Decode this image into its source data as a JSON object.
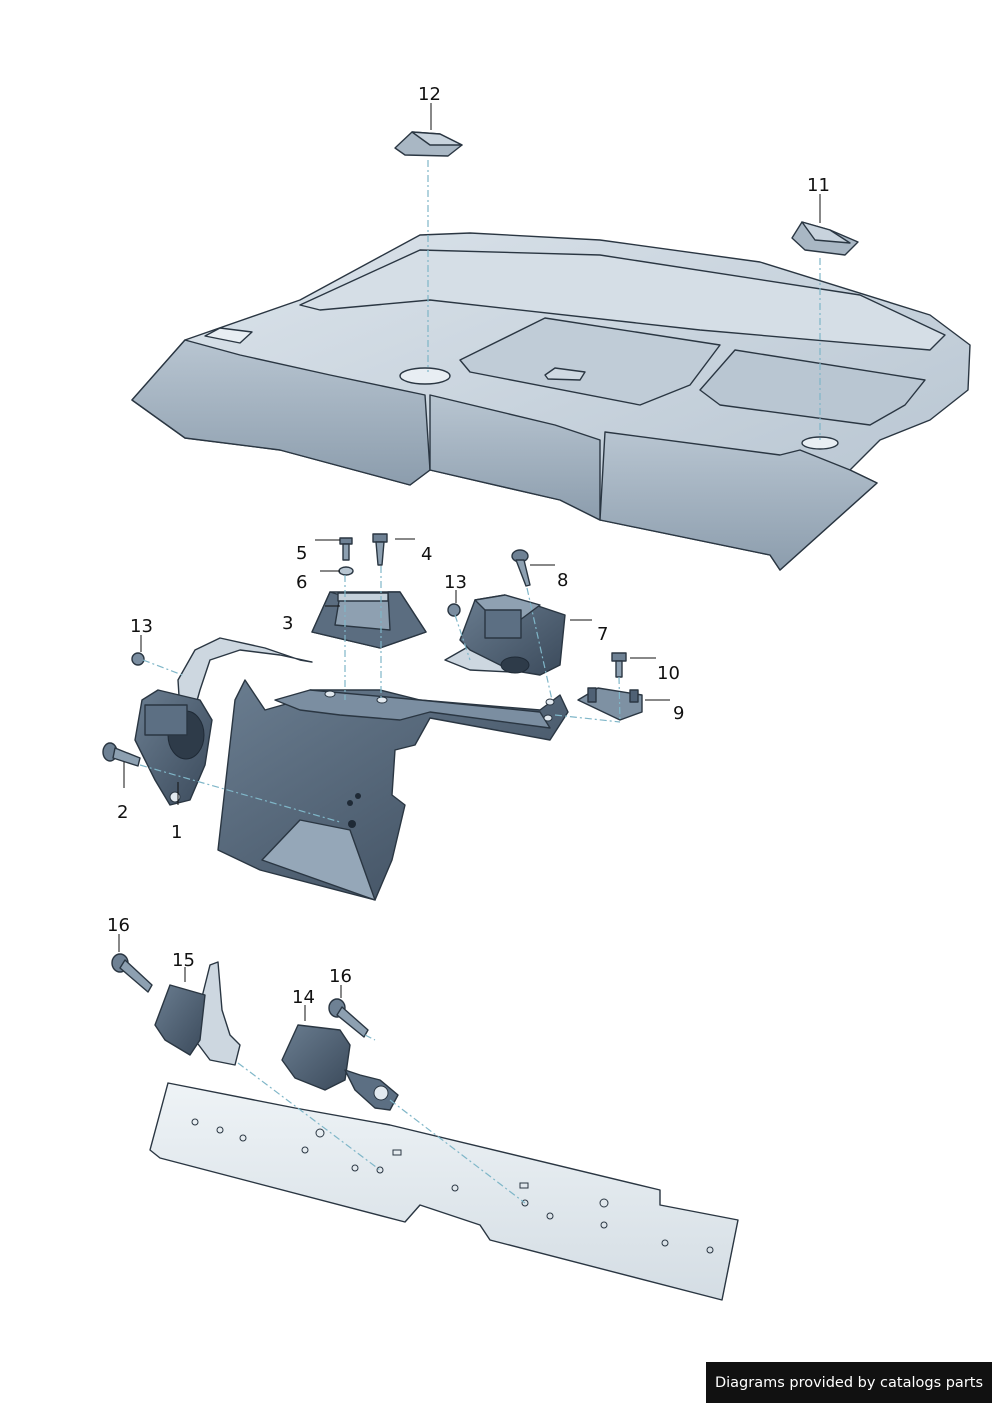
{
  "callouts": {
    "c1": "1",
    "c2": "2",
    "c3": "3",
    "c4": "4",
    "c5": "5",
    "c6": "6",
    "c7": "7",
    "c8": "8",
    "c9": "9",
    "c10": "10",
    "c11": "11",
    "c12": "12",
    "c13a": "13",
    "c13b": "13",
    "c14": "14",
    "c15": "15",
    "c16a": "16",
    "c16b": "16"
  },
  "credit": "Diagrams provided by catalogs parts",
  "colors": {
    "panel_light": "#c9d4de",
    "panel_mid": "#a9b7c4",
    "panel_dark": "#4f6175",
    "part_dark": "#3e4d5e",
    "rail": "#e4ebf0",
    "background": "#ffffff"
  }
}
